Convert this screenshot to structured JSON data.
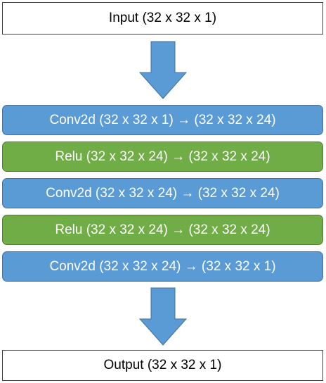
{
  "input": {
    "label": "Input (32 x 32 x 1)"
  },
  "output": {
    "label": "Output (32 x 32 x 1)"
  },
  "layers": [
    {
      "kind": "conv",
      "label": "Conv2d (32 x 32 x 1) → (32 x 32 x 24)"
    },
    {
      "kind": "relu",
      "label": "Relu (32 x 32 x 24) → (32 x 32 x 24)"
    },
    {
      "kind": "conv",
      "label": "Conv2d (32 x 32 x 24) → (32 x 32 x 24)"
    },
    {
      "kind": "relu",
      "label": "Relu (32 x 32 x 24) → (32 x 32 x 24)"
    },
    {
      "kind": "conv",
      "label": "Conv2d (32 x 32 x 24) → (32 x 32 x 1)"
    }
  ],
  "colors": {
    "conv": "#5b9bd5",
    "relu": "#70ad47",
    "arrow": "#5b9bd5"
  }
}
